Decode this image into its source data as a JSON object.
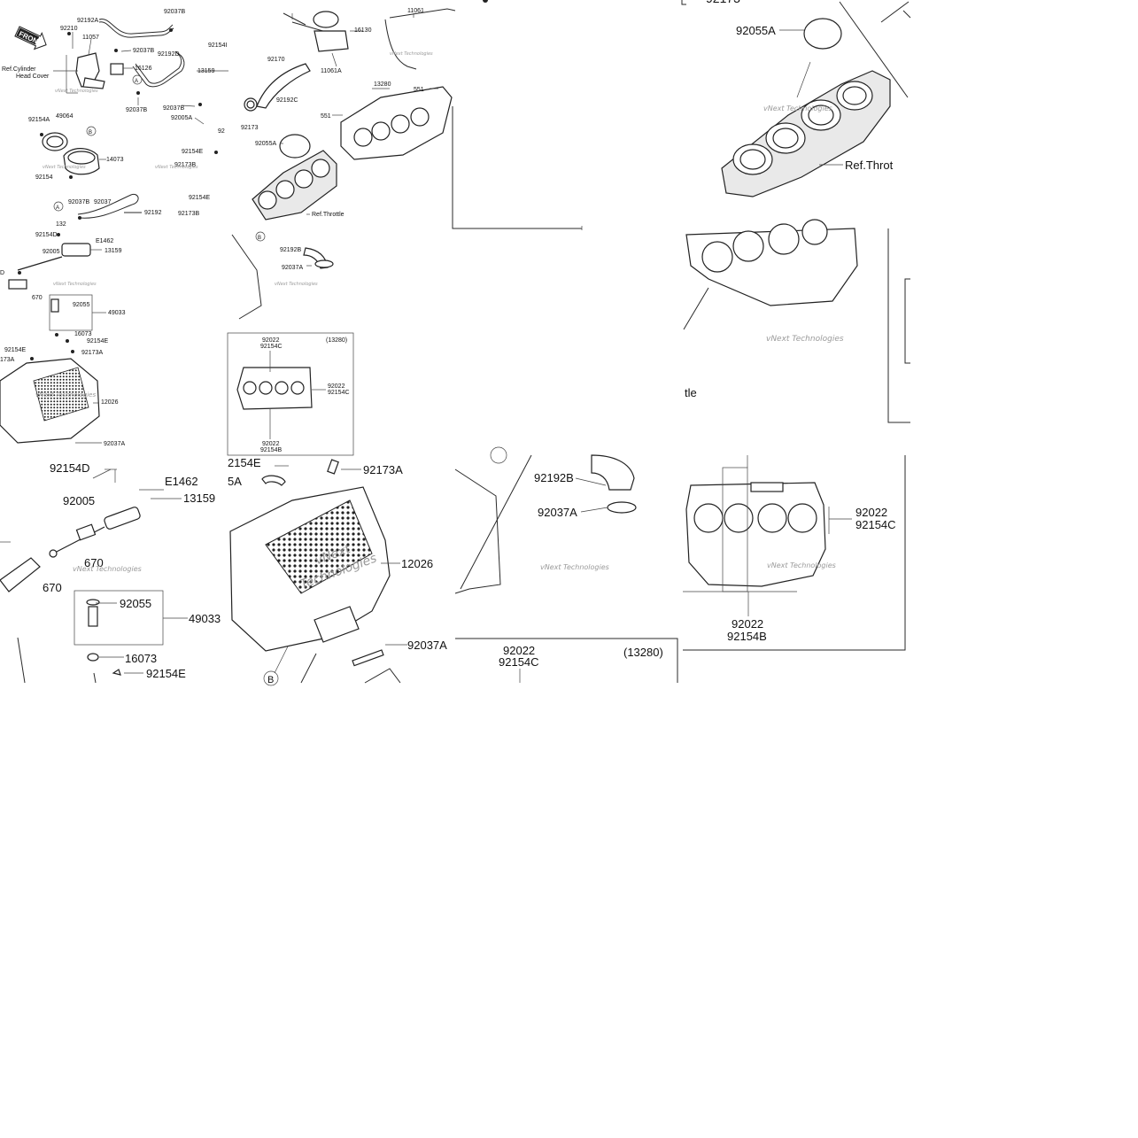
{
  "watermark": "vNext Technologies",
  "front_badge": "FRONT",
  "t1": {
    "labels": {
      "l92192A": "92192A",
      "l92037B_a": "92037B",
      "l92210": "92210",
      "l11057": "11057",
      "l92154I": "92154I",
      "l92037B_b": "92037B",
      "l92192D": "92192D",
      "l16126": "16126",
      "l13159": "13159",
      "refcyl1": "Ref.Cylinder",
      "refcyl2": "Head Cover",
      "l92037B_c": "92037B",
      "l92037B_d": "92037B",
      "l92005A": "92005A",
      "l92_": "92",
      "l92154A": "92154A",
      "l49064": "49064",
      "l14073": "14073",
      "l92154": "92154",
      "l92154E_a": "92154E",
      "l92173B_a": "92173B",
      "l92154E_b": "92154E",
      "l92173B_b": "92173B",
      "l92037B_e": "92037B",
      "l92037": "92037",
      "l92192": "92192",
      "l132": "132",
      "l92154D": "92154D",
      "lE1462": "E1462",
      "l13159b": "13159",
      "l92005": "92005",
      "lD": "D",
      "l670": "670",
      "l92055": "92055",
      "l49033": "49033",
      "l16073": "16073",
      "l92154E_c": "92154E",
      "l92154E_d": "92154E",
      "l173A": "173A",
      "l92173A": "92173A",
      "l12026": "12026",
      "l92037A": "92037A",
      "cA1": "A",
      "cB1": "B",
      "cA2": "A"
    }
  },
  "t2": {
    "labels": {
      "l16130": "16130",
      "l11061": "11061",
      "l11061A": "11061A",
      "l92170": "92170",
      "l92192C": "92192C",
      "l13280": "13280",
      "l551a": "551",
      "l551b": "551",
      "l92173": "92173",
      "l92055A": "92055A",
      "refthr": "Ref.Throttle",
      "l92192B": "92192B",
      "l92037A": "92037A",
      "cB": "B",
      "b_l1": "92022",
      "b_l2": "92154C",
      "b_code": "(13280)",
      "b_r1": "92022",
      "b_r2": "92154C",
      "b_b1": "92022",
      "b_b2": "92154B"
    }
  },
  "t3": {
    "labels": {
      "l92173": "92173"
    }
  },
  "t4": {
    "labels": {
      "l92055A": "92055A",
      "refthr": "Ref.Throt"
    }
  },
  "t6": {
    "labels": {
      "tle": "tle"
    }
  },
  "t7": {
    "labels": {
      "l92154D": "92154D",
      "lE1462": "E1462",
      "l92005": "92005",
      "l13159": "13159",
      "l670a": "670",
      "l670b": "670",
      "l92055": "92055",
      "l49033": "49033",
      "l16073": "16073",
      "l92154E": "92154E"
    }
  },
  "t8": {
    "labels": {
      "l2154E": "2154E",
      "l5A": "5A",
      "l92173A": "92173A",
      "l12026": "12026",
      "l92037A": "92037A",
      "cB": "B",
      "wm_a": "vNext",
      "wm_b": "Technologies"
    }
  },
  "t9": {
    "labels": {
      "l92192B": "92192B",
      "l92037A": "92037A",
      "b1": "92022",
      "b2": "92154C",
      "code": "(13280)"
    }
  },
  "t10": {
    "labels": {
      "r1": "92022",
      "r2": "92154C",
      "b1": "92022",
      "b2": "92154B"
    }
  }
}
